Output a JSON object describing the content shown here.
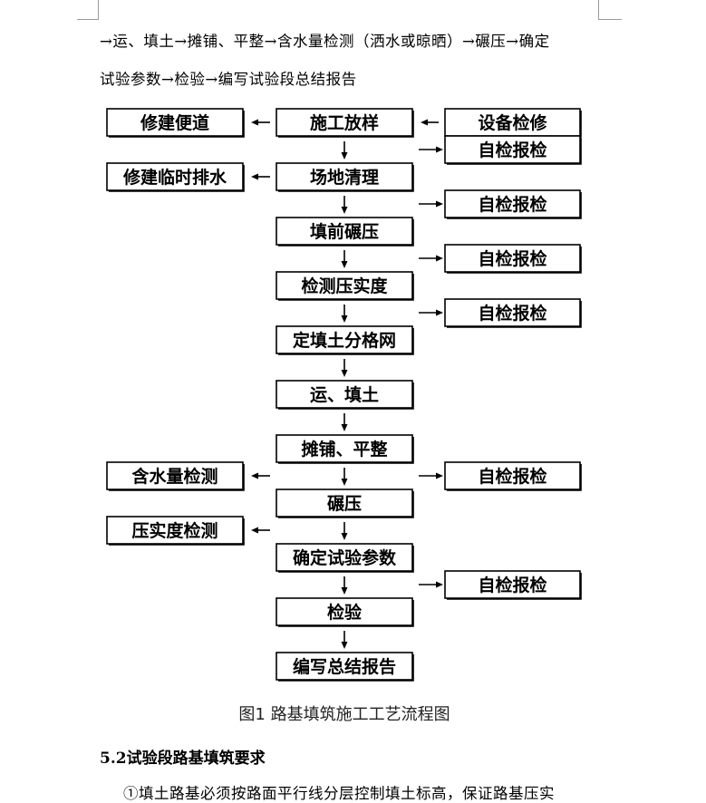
{
  "intro": {
    "line1": "→运、填土→摊铺、平整→含水量检测（洒水或晾晒）→碾压→确定",
    "line2": "试验参数→检验→编写试验段总结报告"
  },
  "flowchart": {
    "main_steps": [
      "施工放样",
      "场地清理",
      "填前碾压",
      "检测压实度",
      "定填土分格网",
      "运、填土",
      "摊铺、平整",
      "碾压",
      "确定试验参数",
      "检验",
      "编写总结报告"
    ],
    "left_boxes": [
      {
        "label": "修建便道",
        "step": 0
      },
      {
        "label": "修建临时排水",
        "step": 1
      },
      {
        "label": "含水量检测",
        "step": 6
      },
      {
        "label": "压实度检测",
        "step": 7
      }
    ],
    "right_boxes": [
      {
        "label": "设备检修",
        "step": 0
      },
      {
        "label": "自检报检",
        "step": 0
      },
      {
        "label": "自检报检",
        "step": 1
      },
      {
        "label": "自检报检",
        "step": 2
      },
      {
        "label": "自检报检",
        "step": 3
      },
      {
        "label": "自检报检",
        "step": 6
      },
      {
        "label": "自检报检",
        "step": 8
      }
    ]
  },
  "caption": "图1  路基填筑施工工艺流程图",
  "section_heading": "5.2试验段路基填筑要求",
  "para3": "①填土路基必须按路面平行线分层控制填土标高，保证路基压实"
}
